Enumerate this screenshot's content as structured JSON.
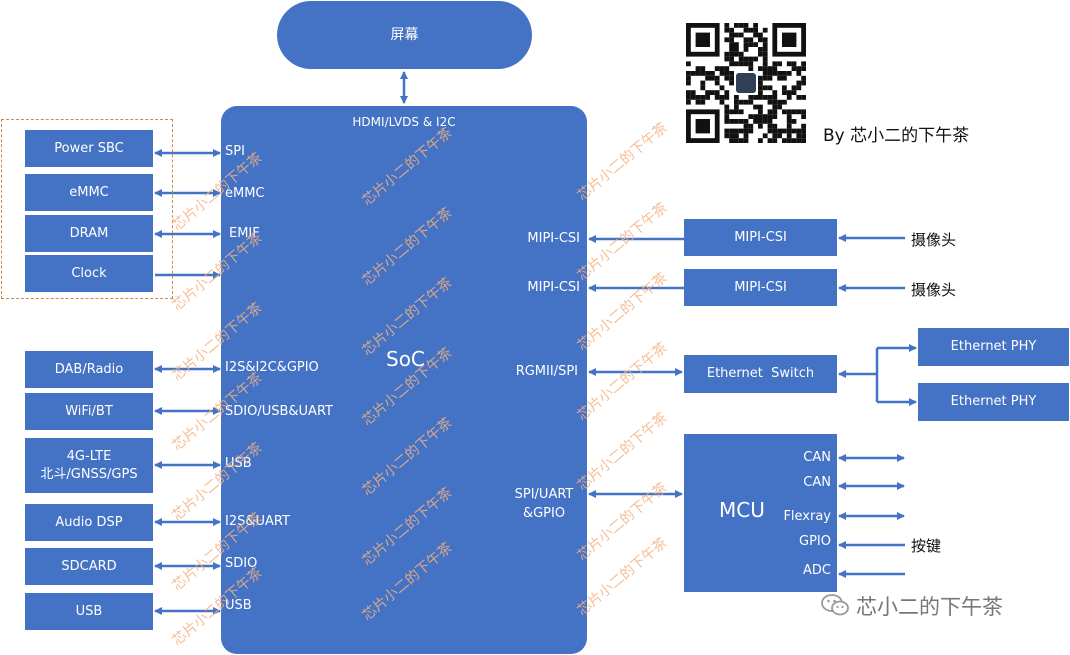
{
  "screen": "屏幕",
  "soc": {
    "title": "SoC",
    "top_interface": "HDMI/LVDS & I2C",
    "left_ports": [
      "SPI",
      "eMMC",
      "EMIF",
      "I2S&I2C&GPIO",
      "SDIO/USB&UART",
      "USB",
      "I2S&UART",
      "SDIO",
      "USB"
    ],
    "right_ports": [
      "MIPI-CSI",
      "MIPI-CSI",
      "RGMII/SPI",
      "SPI/UART\n&GPIO"
    ]
  },
  "left_blocks": [
    "Power SBC",
    "eMMC",
    "DRAM",
    "Clock",
    "DAB/Radio",
    "WiFi/BT",
    "4G-LTE\n北斗/GNSS/GPS",
    "Audio DSP",
    "SDCARD",
    "USB"
  ],
  "right_blocks": {
    "mipi_csi_1": "MIPI-CSI",
    "mipi_csi_2": "MIPI-CSI",
    "ethernet_switch": "Ethernet  Switch",
    "ethernet_phy_1": "Ethernet PHY",
    "ethernet_phy_2": "Ethernet PHY"
  },
  "cameras": [
    "摄像头",
    "摄像头"
  ],
  "mcu": {
    "title": "MCU",
    "ports": [
      "CAN",
      "CAN",
      "Flexray",
      "GPIO",
      "ADC"
    ]
  },
  "button_label": "按键",
  "author": "By 芯小二的下午茶",
  "wechat_name": "芯小二的下午茶",
  "watermark": "芯片小二的下午茶",
  "colors": {
    "block": "#4472C4",
    "arrow": "#4472C4",
    "dashed": "#D9863F",
    "watermark": "#F4B183"
  }
}
